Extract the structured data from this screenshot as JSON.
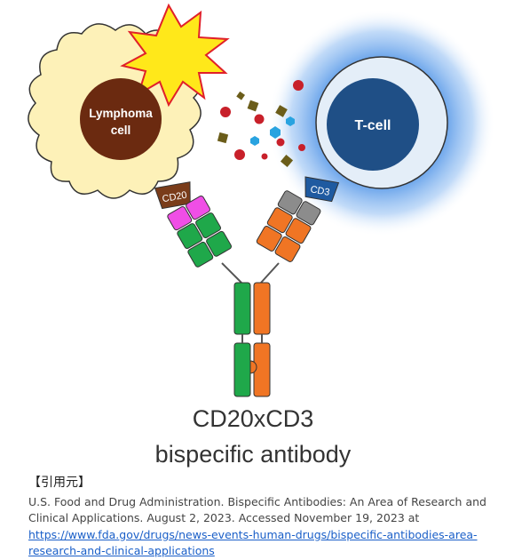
{
  "diagram": {
    "lymphoma_label_line1": "Lymphoma",
    "lymphoma_label_line2": "cell",
    "tcell_label": "T-cell",
    "cd20_label": "CD20",
    "cd3_label": "CD3",
    "colors": {
      "lymphoma_outer": "#fdf1b8",
      "lymphoma_nucleus": "#6b2a10",
      "burst": "#ffe81a",
      "burst_outline": "#e0202a",
      "tcell_glow": "#6aa7ee",
      "tcell_ring": "#e4eef8",
      "tcell_nucleus": "#1f4f86",
      "cd20_receptor": "#7a3c1a",
      "cd3_receptor": "#1f5aa0",
      "green": "#1fa84a",
      "orange": "#f07524",
      "magenta": "#f04ee6",
      "gray": "#8c8c8c"
    }
  },
  "caption": {
    "line1": "CD20xCD3",
    "line2": "bispecific antibody"
  },
  "citation": {
    "heading": "【引用元】",
    "text": "U.S. Food and Drug Administration. Bispecific Antibodies: An Area of Research and Clinical Applications. August 2, 2023. Accessed November 19, 2023 at ",
    "link": "https://www.fda.gov/drugs/news-events-human-drugs/bispecific-antibodies-area-research-and-clinical-applications"
  }
}
